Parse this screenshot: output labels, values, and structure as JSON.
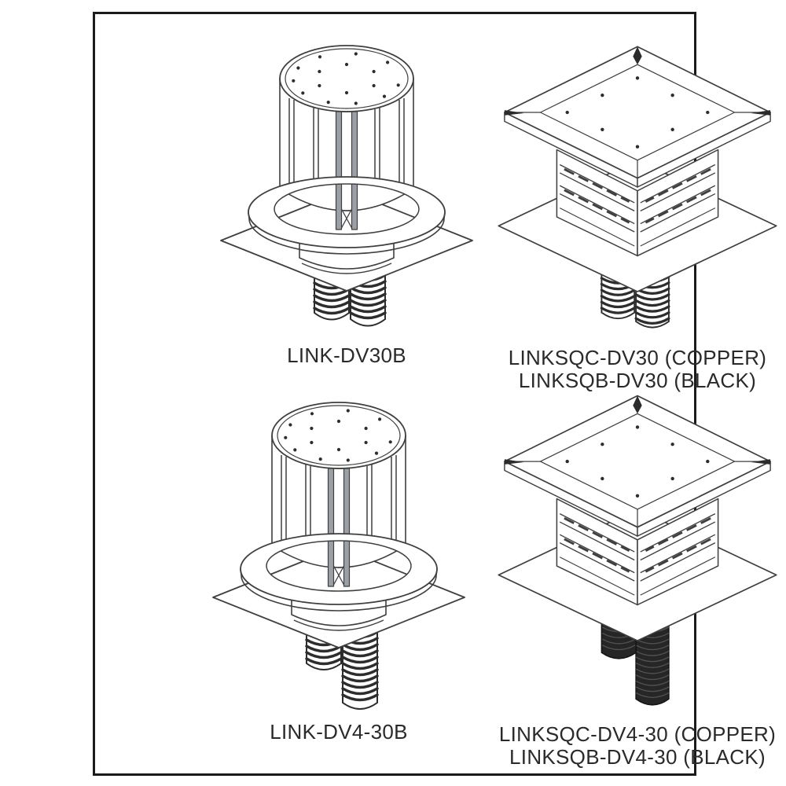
{
  "page": {
    "background": "#ffffff",
    "frame_color": "#1b1b1b",
    "line_color": "#3f3f3f",
    "dark_pipe_color": "#262626",
    "text_color": "#2a2a2a"
  },
  "figures": [
    {
      "id": "link-dv30b",
      "illustration": "round-chimney-cap-with-two-flex-liners",
      "caption_lines": [
        "LINK-DV30B"
      ]
    },
    {
      "id": "linksq-dv30",
      "illustration": "square-chimney-cap-with-two-flex-liners",
      "caption_lines": [
        "LINKSQC-DV30 (COPPER)",
        "LINKSQB-DV30 (BLACK)"
      ]
    },
    {
      "id": "link-dv4-30b",
      "illustration": "round-chimney-cap-with-long-flex-liner",
      "caption_lines": [
        "LINK-DV4-30B"
      ]
    },
    {
      "id": "linksq-dv4-30",
      "illustration": "square-chimney-cap-with-dark-flex-liners",
      "caption_lines": [
        "LINKSQC-DV4-30 (COPPER)",
        "LINKSQB-DV4-30 (BLACK)"
      ]
    }
  ]
}
